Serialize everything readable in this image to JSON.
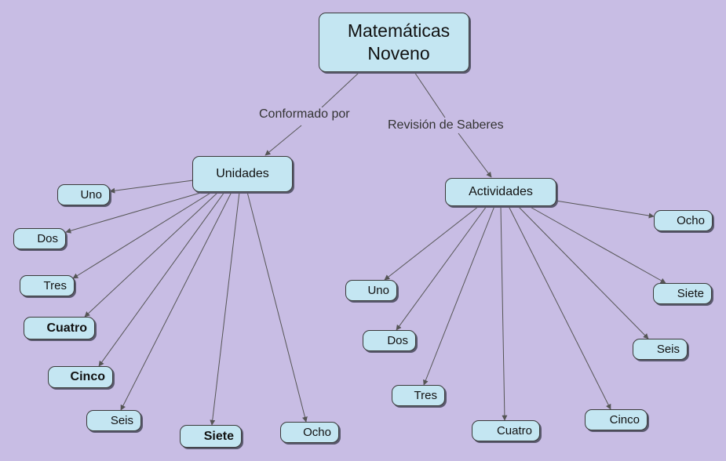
{
  "root": {
    "line1": "Matemáticas",
    "line2": "Noveno"
  },
  "link_labels": {
    "left": "Conformado por",
    "right": "Revisión de Saberes"
  },
  "unidades": {
    "title": "Unidades",
    "items": [
      "Uno",
      "Dos",
      "Tres",
      "Cuatro",
      "Cinco",
      "Seis",
      "Siete",
      "Ocho"
    ]
  },
  "actividades": {
    "title": "Actividades",
    "items": [
      "Uno",
      "Dos",
      "Tres",
      "Cuatro",
      "Cinco",
      "Seis",
      "Siete",
      "Ocho"
    ]
  },
  "colors": {
    "background": "#c8bde4",
    "node_fill": "#c4e6f2",
    "line": "#555555"
  }
}
